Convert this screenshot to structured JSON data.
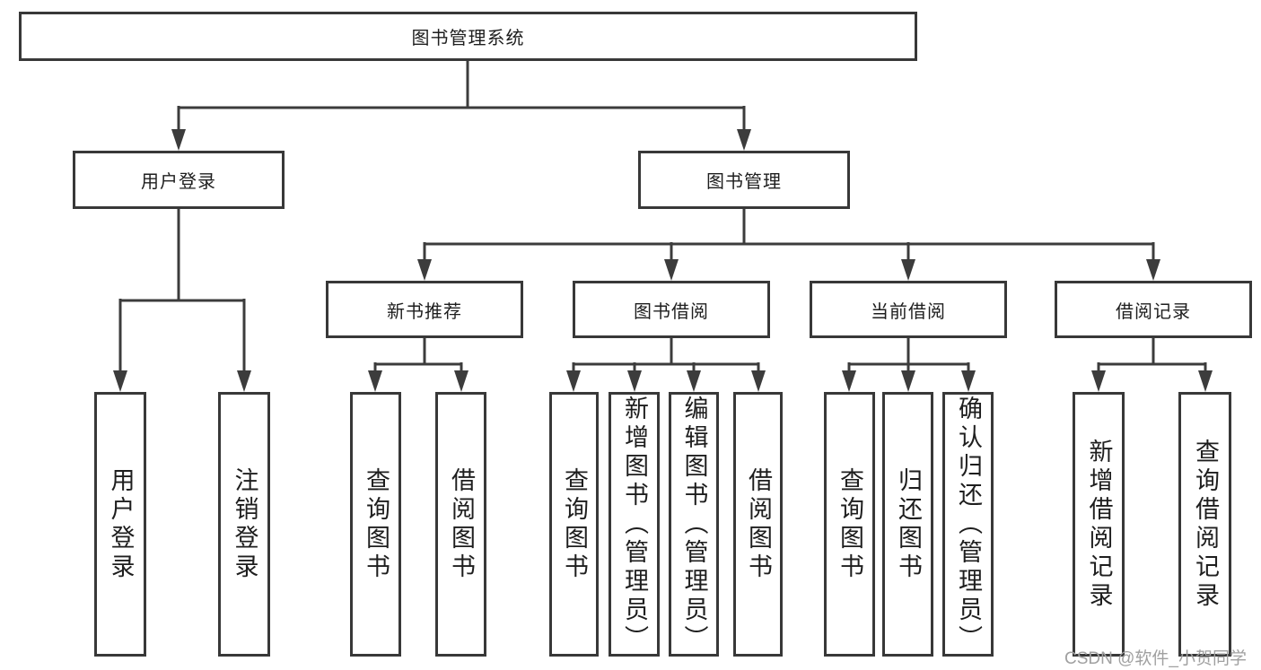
{
  "diagram_title": "图书管理系统",
  "tree": {
    "label": "图书管理系统",
    "children": [
      {
        "label": "用户登录",
        "children": [
          {
            "label": "用户登录"
          },
          {
            "label": "注销登录"
          }
        ]
      },
      {
        "label": "图书管理",
        "children": [
          {
            "label": "新书推荐",
            "children": [
              {
                "label": "查询图书"
              },
              {
                "label": "借阅图书"
              }
            ]
          },
          {
            "label": "图书借阅",
            "children": [
              {
                "label": "查询图书"
              },
              {
                "label": "新增图书（管理员）"
              },
              {
                "label": "编辑图书（管理员）"
              },
              {
                "label": "借阅图书"
              }
            ]
          },
          {
            "label": "当前借阅",
            "children": [
              {
                "label": "查询图书"
              },
              {
                "label": "归还图书"
              },
              {
                "label": "确认归还（管理员）"
              }
            ]
          },
          {
            "label": "借阅记录",
            "children": [
              {
                "label": "新增借阅记录"
              },
              {
                "label": "查询借阅记录"
              }
            ]
          }
        ]
      }
    ]
  },
  "watermark": {
    "text": "CSDN @软件_小贺同学"
  },
  "colors": {
    "line": "#3c3c3c",
    "box_border": "#383838",
    "text": "#1e1e1e",
    "watermark": "#a0a0a0",
    "background": "#ffffff"
  }
}
